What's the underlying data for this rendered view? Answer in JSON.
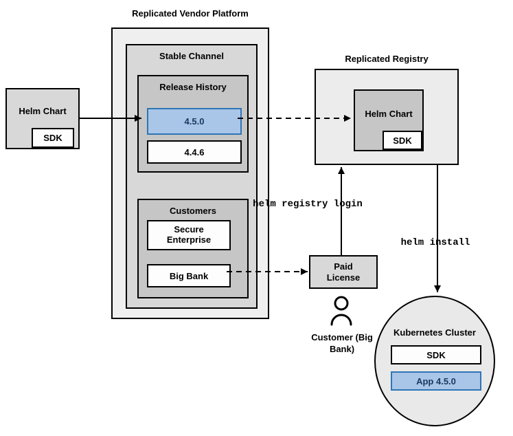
{
  "colors": {
    "highlight_fill": "#a9c6e8",
    "highlight_border": "#2e75b6",
    "highlight_text": "#17375e"
  },
  "platform": {
    "title": "Replicated Vendor Platform",
    "stable_channel": {
      "title": "Stable Channel",
      "release_history": {
        "title": "Release History",
        "releases": [
          {
            "version": "4.5.0",
            "highlighted": true
          },
          {
            "version": "4.4.6",
            "highlighted": false
          }
        ]
      },
      "customers": {
        "title": "Customers",
        "items": [
          "Secure Enterprise",
          "Big Bank"
        ]
      }
    }
  },
  "source_chart": {
    "title": "Helm Chart",
    "sdk_label": "SDK"
  },
  "registry": {
    "title": "Replicated Registry",
    "chart_title": "Helm Chart",
    "sdk_label": "SDK"
  },
  "license": {
    "label": "Paid License"
  },
  "customer": {
    "label": "Customer (Big Bank)"
  },
  "cluster": {
    "title": "Kubernetes Cluster",
    "sdk_label": "SDK",
    "app_label": "App 4.5.0"
  },
  "commands": {
    "registry_login": "helm registry login",
    "install": "helm install"
  }
}
